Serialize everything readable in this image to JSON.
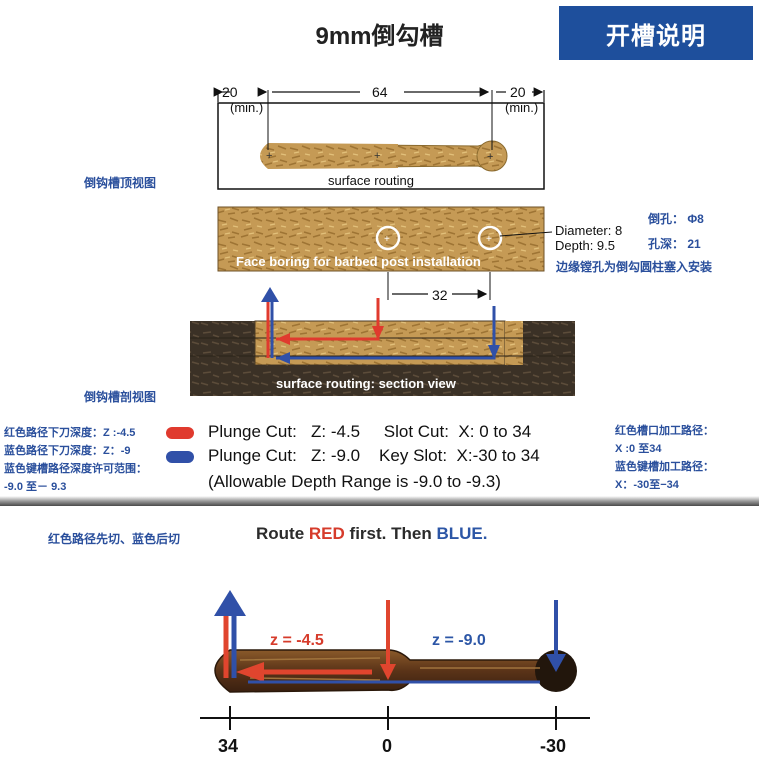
{
  "header": {
    "title": "9mm倒勾槽",
    "badge": "开槽说明"
  },
  "top_view": {
    "label_cn": "倒钩槽顶视图",
    "dim_left": "20",
    "dim_left_sub": "(min.)",
    "dim_center": "64",
    "dim_right": "20",
    "dim_right_sub": "(min.)",
    "caption": "surface routing"
  },
  "face_boring": {
    "caption": "Face boring for barbed post installation",
    "diameter": "Diameter: 8",
    "depth": "Depth: 9.5",
    "dim_32": "32",
    "cn_hole": "倒孔：  Φ8",
    "cn_depth": "孔深：  21",
    "cn_note": "边缘镗孔为倒勾圆柱塞入安装"
  },
  "section_view": {
    "label_cn": "倒钩槽剖视图",
    "caption": "surface routing: section view"
  },
  "legend": {
    "left_cn": [
      "红色路径下刀深度：Z :-4.5",
      "蓝色路径下刀深度：Z：-9",
      "蓝色键槽路径深度许可范围：",
      "-9.0 至－ 9.3"
    ],
    "row1_a": "Plunge Cut:",
    "row1_b": "Z: -4.5",
    "row1_c": "Slot Cut:",
    "row1_d": "X: 0 to 34",
    "row2_a": "Plunge Cut:",
    "row2_b": "Z: -9.0",
    "row2_c": "Key Slot:",
    "row2_d": "X:-30 to 34",
    "row3": "(Allowable Depth Range is -9.0 to -9.3)",
    "right_cn": [
      "红色槽口加工路径：",
      "X :0 至34",
      "蓝色键槽加工路径：",
      "X：-30至−34"
    ],
    "red_color": "#e03a2e",
    "blue_color": "#3050a8"
  },
  "bottom": {
    "cn_order": "红色路径先切、蓝色后切",
    "route_prefix": "Route",
    "route_red": "RED",
    "route_mid": "first. Then",
    "route_blue": "BLUE.",
    "z_red": "z = -4.5",
    "z_blue": "z = -9.0",
    "axis_labels": [
      "34",
      "0",
      "-30"
    ]
  }
}
